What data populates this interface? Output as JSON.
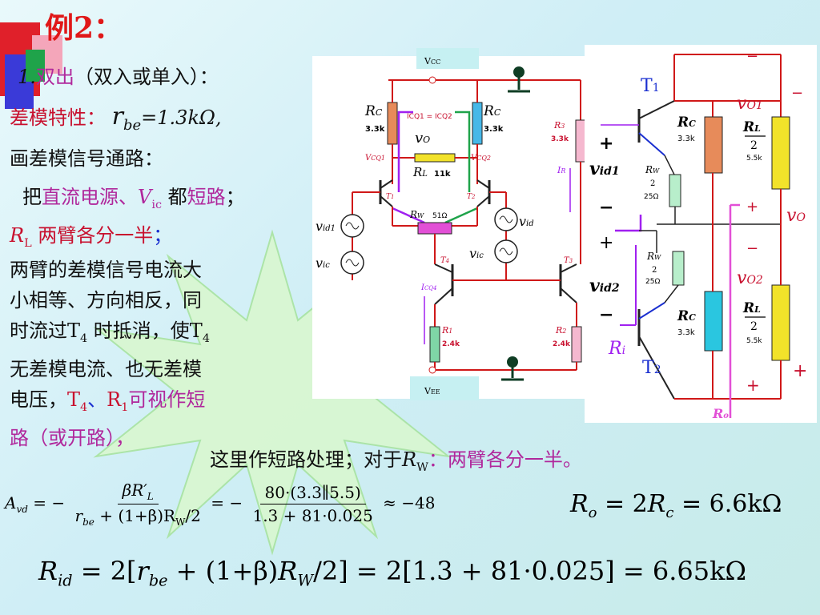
{
  "title": "例2：",
  "mode": {
    "prefix": "1.",
    "label": "双出",
    "rest": "（双入或单入）："
  },
  "dm_char": {
    "label": "差模特性：",
    "rbe": "r",
    "rbe_sub": "be",
    "value": "=1.3kΩ,"
  },
  "draw_path": "画差模信号通路：",
  "short_line": {
    "pre": "把",
    "items": "直流电源、",
    "vic_v": "V",
    "vic_sub": "ic",
    "mid": " 都",
    "short": "短路",
    "end": "；"
  },
  "rl_line": {
    "r": "R",
    "r_sub": "L",
    "text": " 两臂各分一半",
    "end": "；"
  },
  "paragraph": {
    "l1": "两臂的差模信号电流大",
    "l2": "小相等、方向相反，同",
    "l3": "时流过T",
    "l3_sub": "4",
    "l3_b": " 时抵消，使T",
    "l3_sub2": "4",
    "l4": "无差模电流、也无差模",
    "l5_a": "电压，",
    "l5_t": "T",
    "l5_tsub": "4",
    "l5_sep": "、",
    "l5_r": "R",
    "l5_rsub": "1",
    "l5_b": "可视作短",
    "l6": "路（或开路），"
  },
  "note": {
    "a": "这里作短路处理；对于",
    "rw": "R",
    "rw_sub": "W",
    "b": "：两臂各分一半。"
  },
  "avd": {
    "lhs": "A",
    "lhs_sub": "vd",
    "eq1": "= −",
    "num1": "βR′",
    "num1_sub": "L",
    "den1": "r",
    "den1_sub": "be",
    "den1_b": " + (1+β)R",
    "den1_bsub": "W",
    "den1_c": "/2",
    "eq2": "= −",
    "num2": "80·(3.3∥5.5)",
    "den2": "1.3 + 81·0.025",
    "approx": "≈ −48"
  },
  "ro": {
    "r": "R",
    "r_sub": "o",
    "eq": " = 2",
    "rc": "R",
    "rc_sub": "c",
    "val": " = 6.6kΩ"
  },
  "rid": {
    "r": "R",
    "r_sub": "id",
    "eq": " = 2[",
    "rbe": "r",
    "rbe_sub": "be",
    "mid": " + (1+β)",
    "rw": "R",
    "rw_sub": "W",
    "tail": "/2] = 2[1.3 + 81·0.025] = 6.65kΩ"
  },
  "circuit": {
    "vcc": "V",
    "vcc_sub": "CC",
    "rc_left": "R",
    "rc_left_sub": "C",
    "rc_left_val": "3.3k",
    "rc_right": "R",
    "rc_right_sub": "C",
    "rc_right_val": "3.3k",
    "icq": "I",
    "icq_text": "CQ1 = I",
    "icq_tail": "CQ2",
    "vo": "v",
    "vo_sub": "O",
    "vcq1": "V",
    "vcq1_sub": "CQ1",
    "vcq2": "V",
    "vcq2_sub": "CQ2",
    "rl": "R",
    "rl_sub": "L",
    "rl_val": "11k",
    "t1": "T",
    "t1_sub": "1",
    "t2": "T",
    "t2_sub": "2",
    "rw": "R",
    "rw_sub": "W",
    "rw_val": "51Ω",
    "vid1": "v",
    "vid1_sub": "id1",
    "vic_l": "v",
    "vic_l_sub": "ic",
    "vid": "v",
    "vid_sub": "id",
    "vic_r": "v",
    "vic_r_sub": "ic",
    "t4": "T",
    "t4_sub": "4",
    "t3": "T",
    "t3_sub": "3",
    "r3": "R",
    "r3_sub": "3",
    "r3_val": "3.3k",
    "ir": "I",
    "ir_sub": "R",
    "icq4": "I",
    "icq4_sub": "CQ4",
    "r1": "R",
    "r1_sub": "1",
    "r1_val": "2.4k",
    "r2": "R",
    "r2_sub": "2",
    "r2_val": "2.4k",
    "vee": "V",
    "vee_sub": "EE"
  },
  "equiv": {
    "t1": "T",
    "t1_sub": "1",
    "t2": "T",
    "t2_sub": "2",
    "rc1": "R",
    "rc1_sub": "C",
    "rc1_val": "3.3k",
    "rc2": "R",
    "rc2_sub": "C",
    "rc2_val": "3.3k",
    "rl1": "R",
    "rl1_sub": "L",
    "rl1_den": "2",
    "rl1_val": "5.5k",
    "rl2": "R",
    "rl2_sub": "L",
    "rl2_den": "2",
    "rl2_val": "5.5k",
    "rw1": "R",
    "rw1_sub": "W",
    "rw1_den": "2",
    "rw1_val": "25Ω",
    "rw2": "R",
    "rw2_sub": "W",
    "rw2_den": "2",
    "rw2_val": "25Ω",
    "vo1": "v",
    "vo1_sub": "O1",
    "vo2": "v",
    "vo2_sub": "O2",
    "vo": "v",
    "vo_sub": "O",
    "vid1": "v",
    "vid1_sub": "id1",
    "vid2": "v",
    "vid2_sub": "id2",
    "ri": "R",
    "ri_sub": "i",
    "ro": "R",
    "ro_sub": "o",
    "plus": "+",
    "minus": "−"
  }
}
